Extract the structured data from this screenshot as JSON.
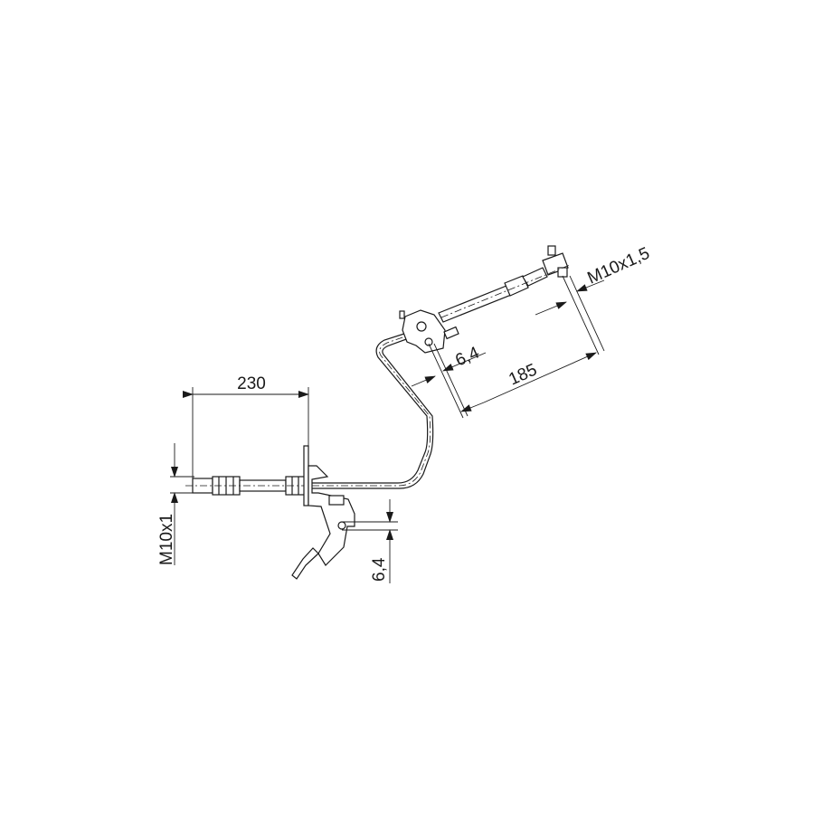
{
  "drawing": {
    "dimensions": {
      "length_left": "230",
      "length_right": "185",
      "thread_left": "M10x1",
      "thread_right": "M10x1,5",
      "hole_bottom": "6,4",
      "hole_top": "6,4"
    },
    "colors": {
      "line": "#1a1a1a",
      "background": "#ffffff"
    }
  }
}
